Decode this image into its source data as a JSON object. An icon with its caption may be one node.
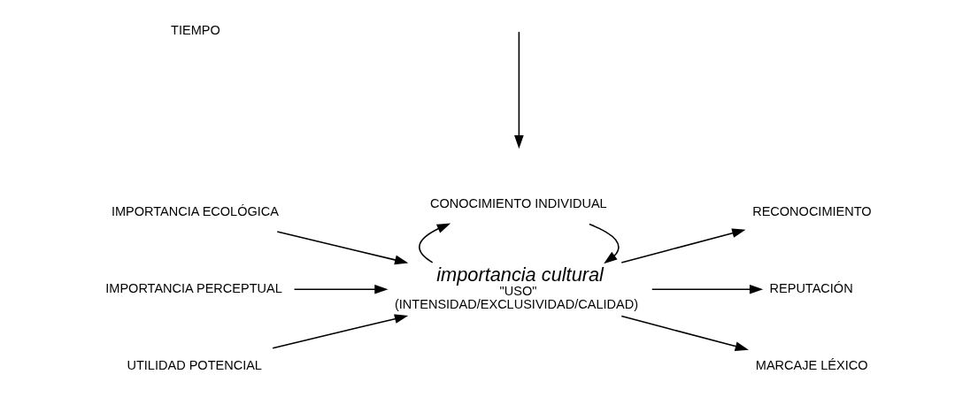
{
  "diagram": {
    "nodes": [
      {
        "text": [
          "IMPORTANCIA ECOLÓGICA"
        ]
      },
      {
        "text": [
          "IMPORTANCIA PERCEPTUAL"
        ]
      },
      {
        "text": [
          "UTILIDAD POTENCIAL"
        ]
      },
      {
        "text": [
          "importancia cultural",
          "\"USO\"",
          "(INTENSIDAD/EXCLUSIVIDAD/CALIDAD)"
        ]
      },
      {
        "text": [
          "RECONOCIMIENTO"
        ]
      },
      {
        "text": [
          "REPUTACIÓN"
        ]
      },
      {
        "text": [
          "MARCAJE LÉXICO"
        ]
      },
      {
        "text": [
          "CONOCIMIENTO INDIVIDUAL"
        ]
      }
    ],
    "edges": [
      {
        "from": 0,
        "to": 3,
        "arrow": "to"
      },
      {
        "from": 1,
        "to": 3,
        "arrow": "to"
      },
      {
        "from": 2,
        "to": 3,
        "arrow": "to"
      },
      {
        "from": 3,
        "to": 4,
        "arrow": "to"
      },
      {
        "from": 3,
        "to": 5,
        "arrow": "to"
      },
      {
        "from": 3,
        "to": 6,
        "arrow": "to"
      },
      {
        "from": 7,
        "to": 3,
        "arrow": "to"
      },
      {
        "from": 3,
        "to": 7,
        "arrow": "to"
      }
    ],
    "labels": [
      "TIEMPO"
    ]
  }
}
